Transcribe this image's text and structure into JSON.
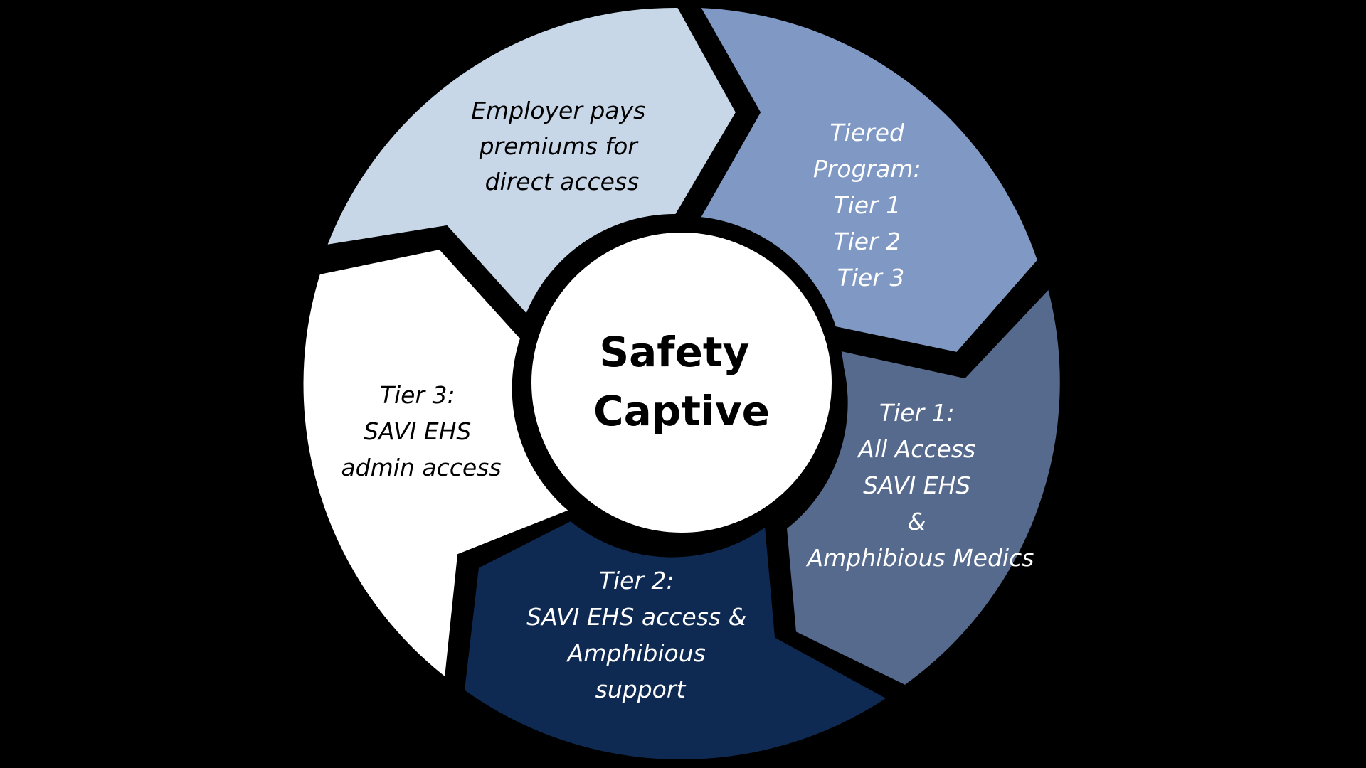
{
  "diagram": {
    "center": {
      "lines": [
        "Safety",
        "Captive"
      ],
      "fill": "#ffffff"
    },
    "segments": [
      {
        "id": "employer",
        "fill": "#c7d7e8",
        "text_color": "#000000",
        "lines": [
          "Employer pays",
          "premiums for",
          "direct access"
        ]
      },
      {
        "id": "tiered-program",
        "fill": "#7f99c4",
        "text_color": "#ffffff",
        "lines": [
          "Tiered",
          "Program:",
          "Tier 1",
          "Tier 2",
          "Tier 3"
        ]
      },
      {
        "id": "tier1",
        "fill": "#566a8d",
        "text_color": "#ffffff",
        "lines": [
          "Tier 1:",
          "All Access",
          "SAVI EHS",
          "&",
          "Amphibious Medics"
        ]
      },
      {
        "id": "tier2",
        "fill": "#0f2a52",
        "text_color": "#ffffff",
        "lines": [
          "Tier 2:",
          "SAVI EHS access &",
          "Amphibious",
          "support"
        ]
      },
      {
        "id": "tier3",
        "fill": "#ffffff",
        "text_color": "#000000",
        "lines": [
          "Tier 3:",
          "SAVI EHS",
          "admin access"
        ]
      }
    ]
  }
}
